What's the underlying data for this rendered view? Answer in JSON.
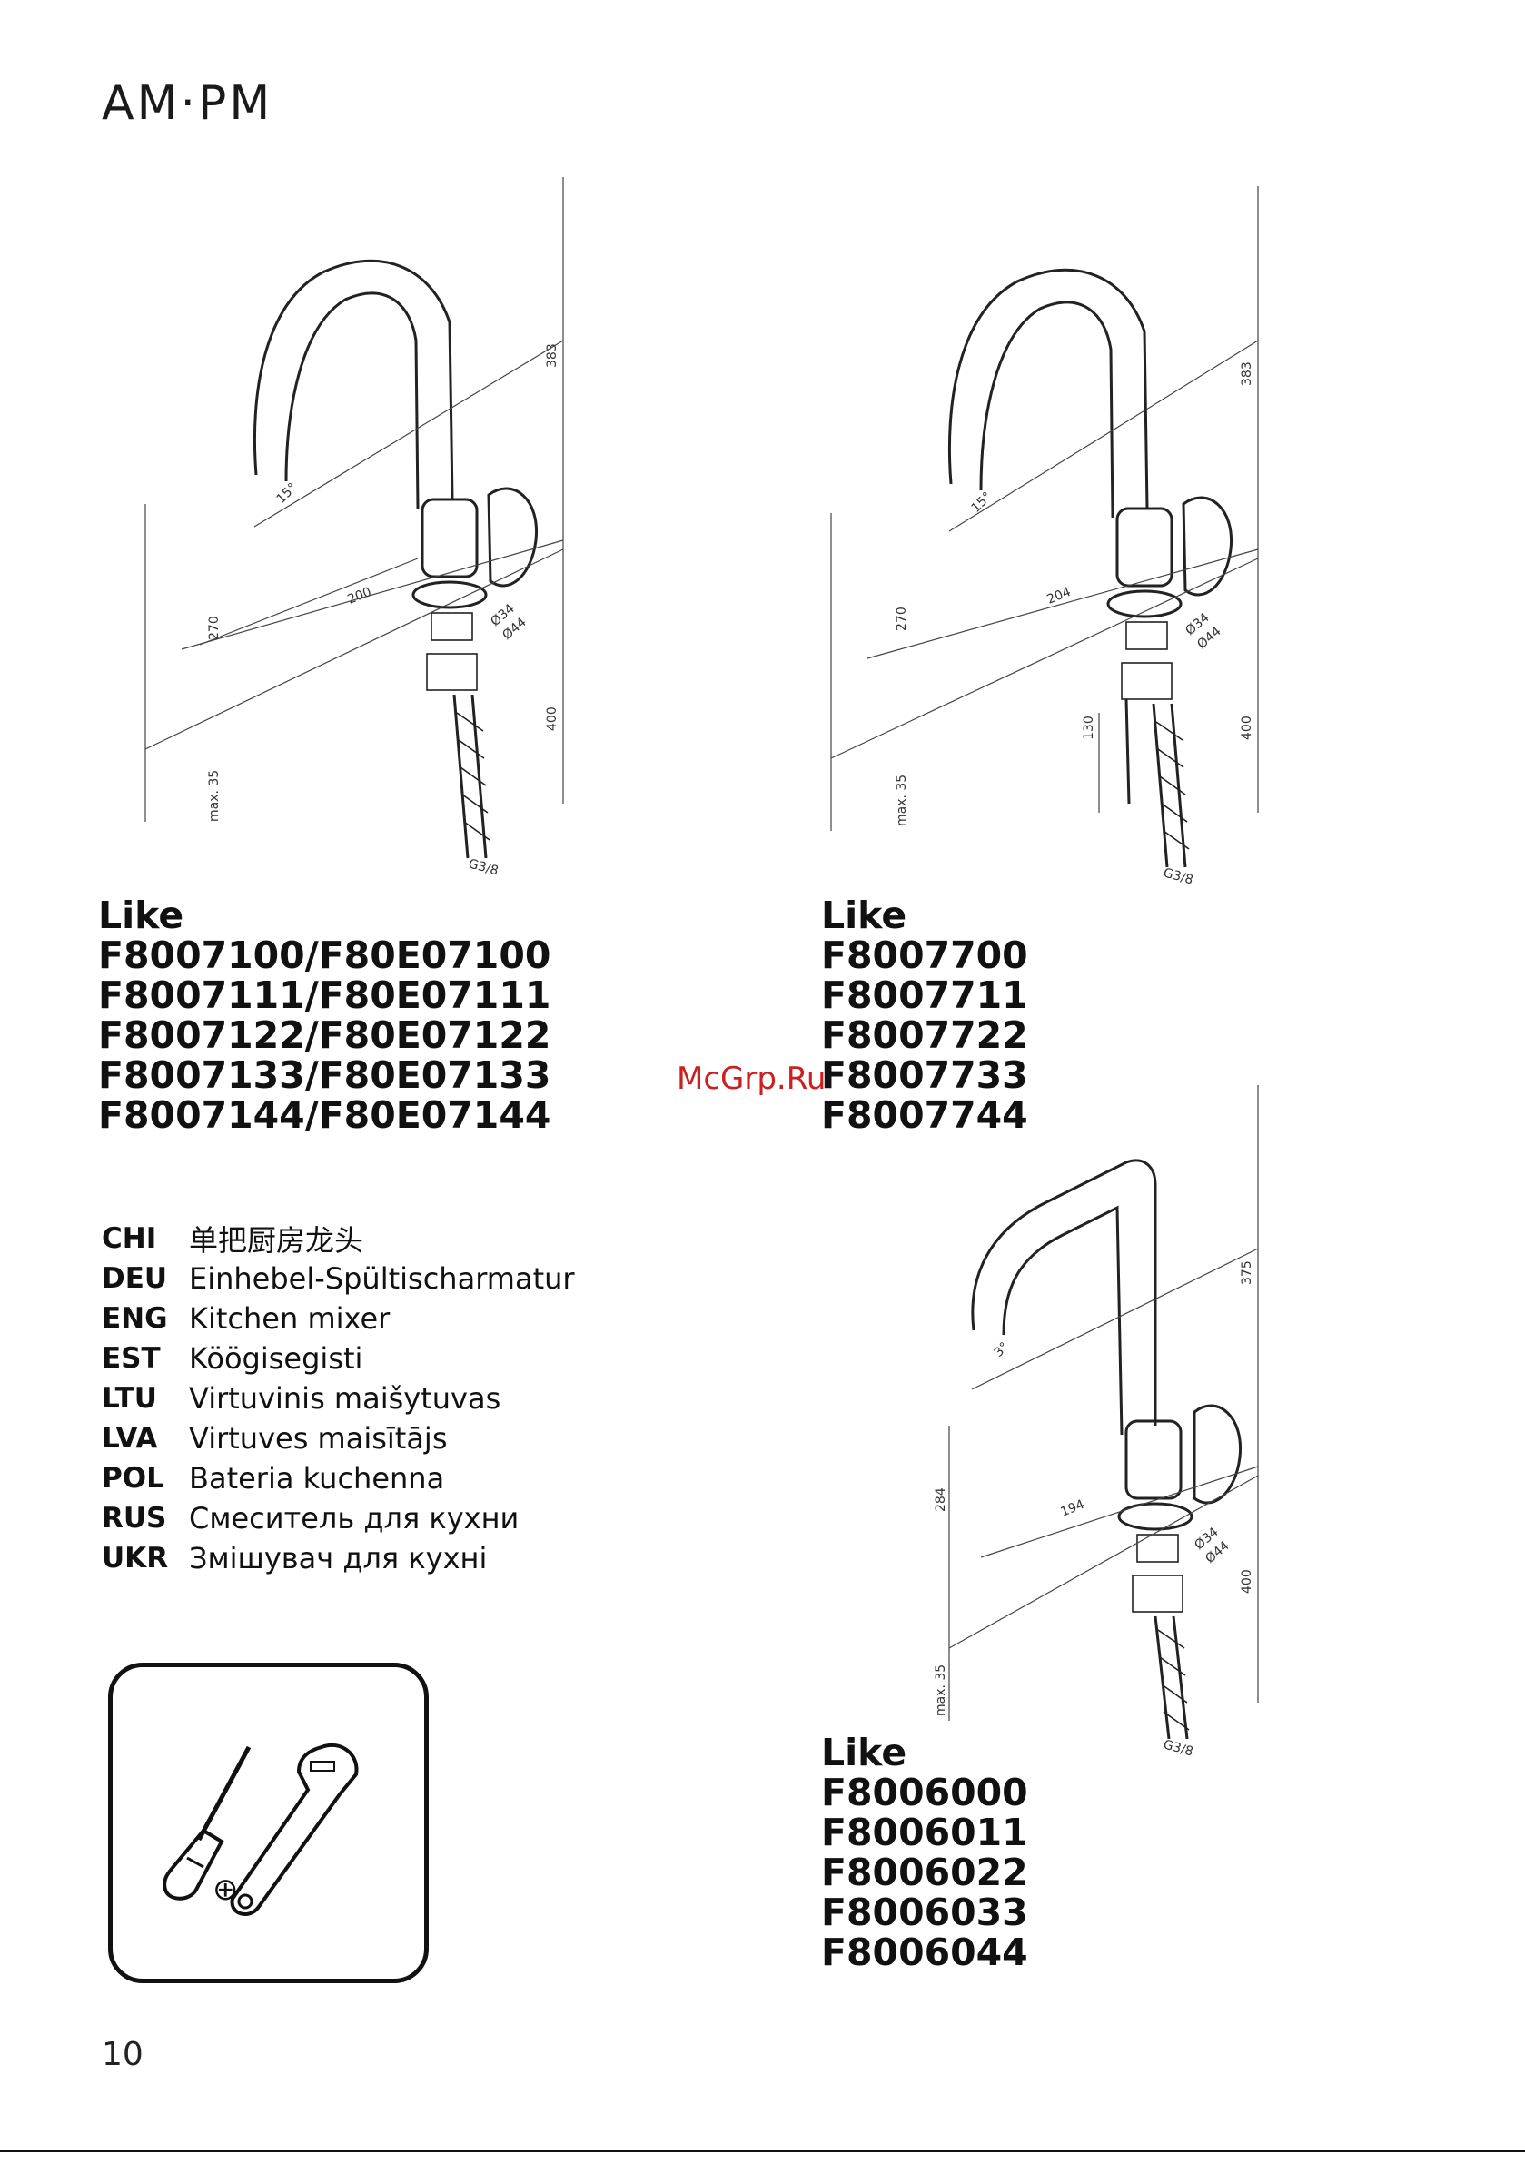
{
  "brand": {
    "logo_text": "AM·PM"
  },
  "products": [
    {
      "series": "Like",
      "codes": [
        "F8007100/F80E07100",
        "F8007111/F80E07111",
        "F8007122/F80E07122",
        "F8007133/F80E07133",
        "F8007144/F80E07144"
      ],
      "dimensions": {
        "height": "383",
        "spout_reach": "200",
        "spout_height": "270",
        "angle": "15°",
        "d1": "Ø34",
        "d2": "Ø44",
        "hose": "400",
        "deck": "max. 35",
        "thread": "G3/8"
      }
    },
    {
      "series": "Like",
      "codes": [
        "F8007700",
        "F8007711",
        "F8007722",
        "F8007733",
        "F8007744"
      ],
      "dimensions": {
        "height": "383",
        "spout_reach": "204",
        "spout_height": "270",
        "angle": "15°",
        "d1": "Ø34",
        "d2": "Ø44",
        "hose": "400",
        "pullout": "130",
        "deck": "max. 35",
        "thread": "G3/8"
      }
    },
    {
      "series": "Like",
      "codes": [
        "F8006000",
        "F8006011",
        "F8006022",
        "F8006033",
        "F8006044"
      ],
      "dimensions": {
        "height": "375",
        "spout_reach": "194",
        "spout_height": "284",
        "angle": "3°",
        "d1": "Ø34",
        "d2": "Ø44",
        "hose": "400",
        "deck": "max. 35",
        "thread": "G3/8"
      }
    }
  ],
  "languages": [
    {
      "code": "CHI",
      "name": "单把厨房龙头"
    },
    {
      "code": "DEU",
      "name": "Einhebel-Spültischarmatur"
    },
    {
      "code": "ENG",
      "name": "Kitchen mixer"
    },
    {
      "code": "EST",
      "name": "Köögisegisti"
    },
    {
      "code": "LTU",
      "name": "Virtuvinis maišytuvas"
    },
    {
      "code": "LVA",
      "name": "Virtuves maisītājs"
    },
    {
      "code": "POL",
      "name": "Bateria kuchenna"
    },
    {
      "code": "RUS",
      "name": "Смеситель для кухни"
    },
    {
      "code": "UKR",
      "name": "Змішувач для кухні"
    }
  ],
  "tools": {
    "screwdriver_icon": "phillips-screwdriver-icon",
    "wrench_icon": "adjustable-wrench-icon",
    "phillips_symbol": "⊕"
  },
  "watermark": "McGrp.Ru",
  "page_number": "10"
}
